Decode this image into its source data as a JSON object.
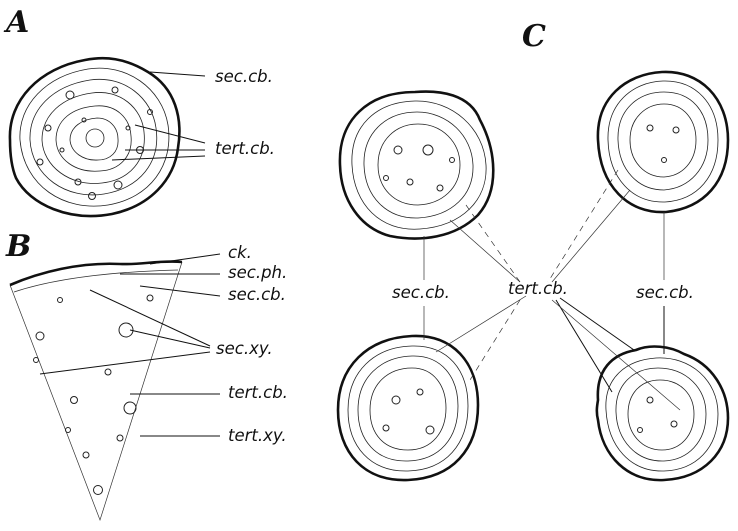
{
  "panels": {
    "a": "A",
    "b": "B",
    "c": "C"
  },
  "labels": {
    "a_sec_cb": "sec.cb.",
    "a_tert_cb": "tert.cb.",
    "b_ck": "ck.",
    "b_sec_ph": "sec.ph.",
    "b_sec_cb": "sec.cb.",
    "b_sec_xy": "sec.xy.",
    "b_tert_cb": "tert.cb.",
    "b_tert_xy": "tert.xy.",
    "c_sec_cb_left": "sec.cb.",
    "c_tert_cb": "tert.cb.",
    "c_sec_cb_right": "sec.cb."
  }
}
